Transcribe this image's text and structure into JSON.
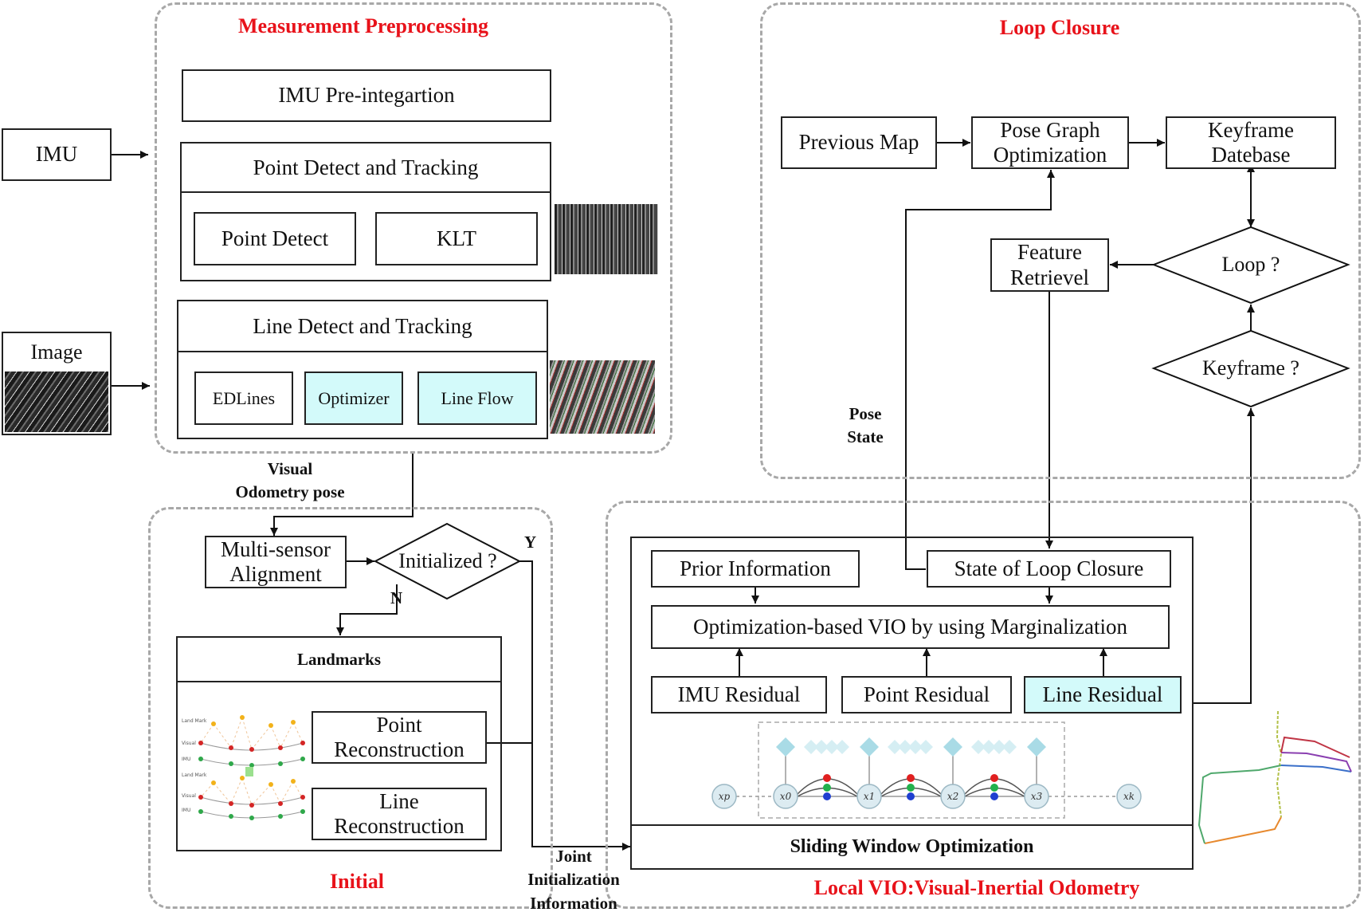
{
  "groups": {
    "measurement": "Measurement Preprocessing",
    "loop_closure": "Loop Closure",
    "initial": "Initial",
    "local_vio": "Local VIO:Visual-Inertial Odometry"
  },
  "inputs": {
    "imu": "IMU",
    "image": "Image"
  },
  "preprocessing": {
    "imu_preint": "IMU Pre-integartion",
    "point_section": "Point Detect and Tracking",
    "point_detect": "Point Detect",
    "klt": "KLT",
    "line_section": "Line Detect and Tracking",
    "edlines": "EDLines",
    "optimizer": "Optimizer",
    "line_flow": "Line Flow"
  },
  "loop": {
    "previous_map": "Previous Map",
    "pose_graph": [
      "Pose Graph",
      "Optimization"
    ],
    "keyframe_db": [
      "Keyframe",
      "Datebase"
    ],
    "feature_retrieval": [
      "Feature",
      "Retrievel"
    ],
    "loop_q": "Loop ?",
    "keyframe_q": "Keyframe ?"
  },
  "initial": {
    "alignment": [
      "Multi-sensor",
      "Alignment"
    ],
    "initialized_q": "Initialized ?",
    "yes": "Y",
    "no": "N",
    "landmarks": "Landmarks",
    "point_recon": [
      "Point",
      "Reconstruction"
    ],
    "line_recon": [
      "Line",
      "Reconstruction"
    ]
  },
  "vio": {
    "prior": "Prior Information",
    "state_loop": "State of  Loop Closure",
    "optimization": "Optimization-based VIO by using Marginalization",
    "imu_residual": "IMU Residual",
    "point_residual": "Point Residual",
    "line_residual": "Line Residual",
    "sliding_window": "Sliding Window Optimization",
    "nodes": [
      "xp",
      "x0",
      "x1",
      "x2",
      "x3",
      "xk"
    ]
  },
  "edge_labels": {
    "visual_odometry": [
      "Visual",
      "Odometry pose"
    ],
    "pose_state": [
      "Pose",
      "State"
    ],
    "joint_init": [
      "Joint",
      "Initialization",
      "Information"
    ]
  },
  "landmark_plot_labels": [
    "Land Mark",
    "Visual",
    "IMU"
  ],
  "colors": {
    "title": "#e8121a",
    "cyan_fill": "#d3fafa",
    "group_border": "#a8a8a8",
    "diamond_fill": "#a9dbe6"
  }
}
